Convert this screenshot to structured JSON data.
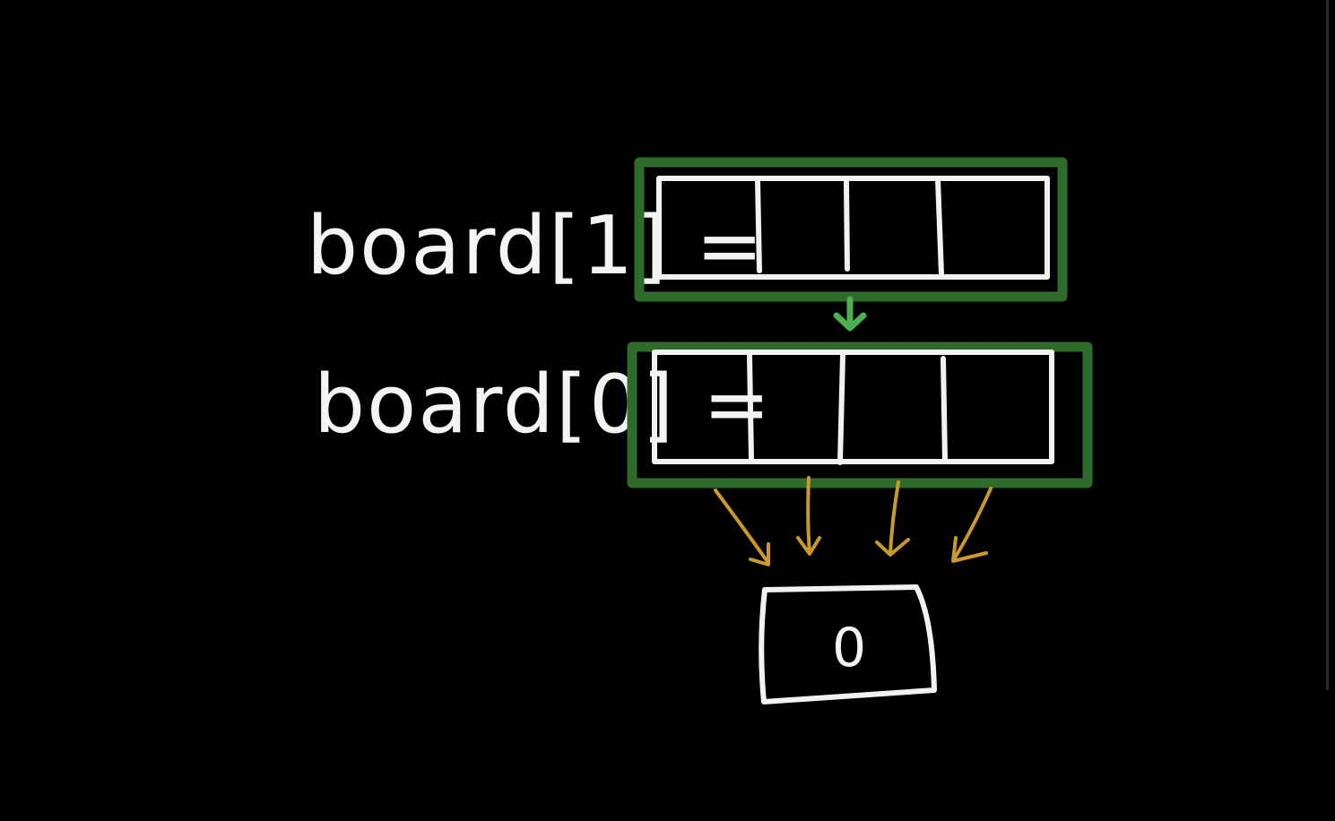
{
  "diagram": {
    "row_top": {
      "label": "board[1] =",
      "cells": 4
    },
    "row_bottom": {
      "label": "board[0] =",
      "cells": 4
    },
    "result": {
      "value": "0"
    }
  },
  "colors": {
    "background": "#000000",
    "chalk": "#f2f2f2",
    "highlight_box": "#2f6b2a",
    "down_arrow": "#4caf50",
    "reduce_arrows": "#c99a2a"
  }
}
